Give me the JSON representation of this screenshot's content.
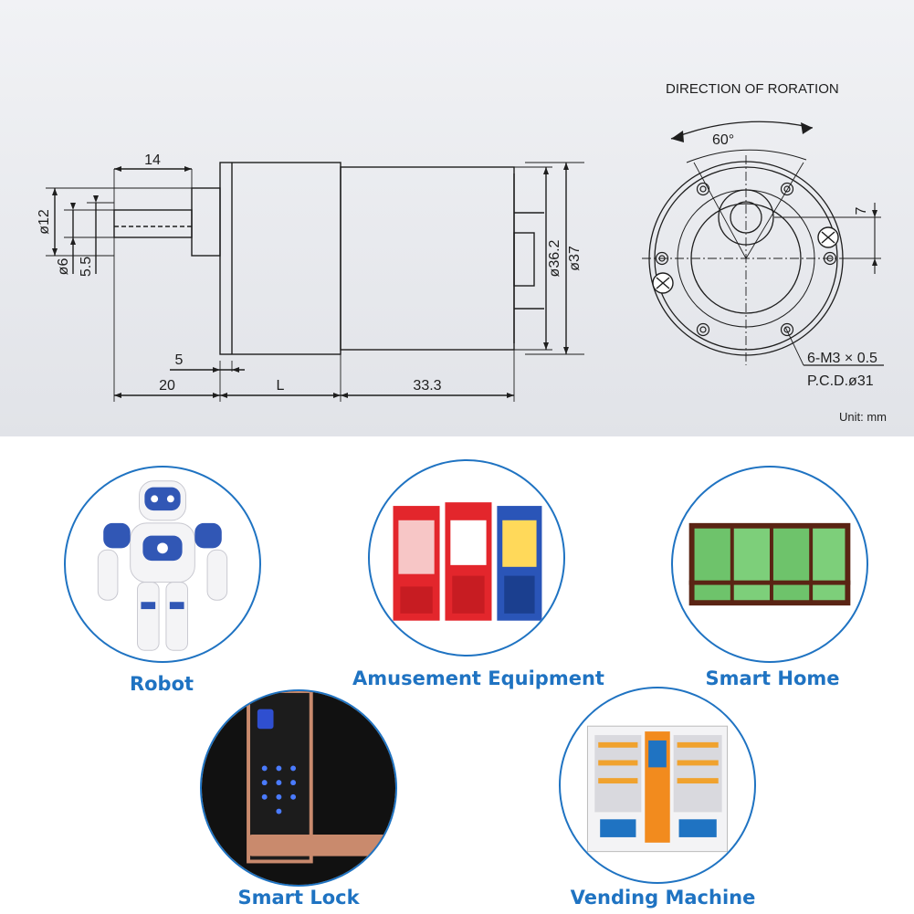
{
  "drawing": {
    "direction_label": "DIRECTION OF RORATION",
    "angle_label": "60°",
    "dimensions": {
      "shaft_length": "14",
      "dia_12": "ø12",
      "dia_6": "ø6",
      "flat_5_5": "5.5",
      "dim_5": "5",
      "dim_20": "20",
      "dim_L": "L",
      "dim_33_3": "33.3",
      "dia_36_2": "ø36.2",
      "dia_37": "ø37",
      "dim_7": "7"
    },
    "screw_label": "6-M3 × 0.5",
    "pcd_label": "P.C.D.ø31",
    "unit_label": "Unit: mm"
  },
  "applications": [
    {
      "label": "Robot",
      "icon": "robot-icon"
    },
    {
      "label": "Amusement Equipment",
      "icon": "amusement-machines-icon"
    },
    {
      "label": "Smart Home",
      "icon": "window-icon"
    },
    {
      "label": "Smart Lock",
      "icon": "smart-lock-icon"
    },
    {
      "label": "Vending Machine",
      "icon": "vending-machine-icon"
    }
  ],
  "colors": {
    "accent": "#1f73c2",
    "line": "#1e1e1e",
    "background": "#e8e9ed"
  }
}
